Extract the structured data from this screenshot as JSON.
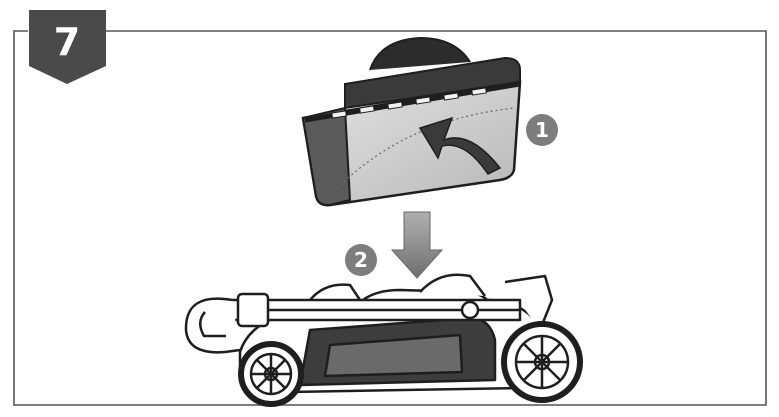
{
  "step": {
    "number": "7"
  },
  "callouts": [
    {
      "number": "1"
    },
    {
      "number": "2"
    }
  ],
  "colors": {
    "badge": "#4a4a4a",
    "frame": "#555555",
    "callout": "#7d7d7d",
    "line": "#1e1e1e"
  }
}
